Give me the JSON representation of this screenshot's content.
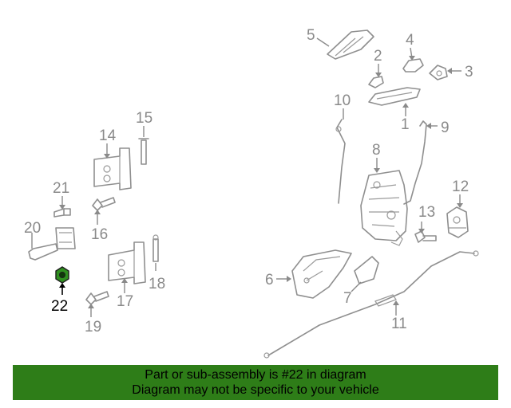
{
  "diagram": {
    "callouts": [
      "1",
      "2",
      "3",
      "4",
      "5",
      "6",
      "7",
      "8",
      "9",
      "10",
      "11",
      "12",
      "13",
      "14",
      "15",
      "16",
      "17",
      "18",
      "19",
      "20",
      "21",
      "22"
    ],
    "highlighted_part": "22",
    "colors": {
      "line": "#8f8f8f",
      "highlight": "#000000",
      "banner": "#2e7d18",
      "part_fill": "#2f8f1f"
    }
  },
  "banner": {
    "line1": "Part or sub-assembly is #22 in diagram",
    "line2": "Diagram may not be specific to your vehicle"
  }
}
